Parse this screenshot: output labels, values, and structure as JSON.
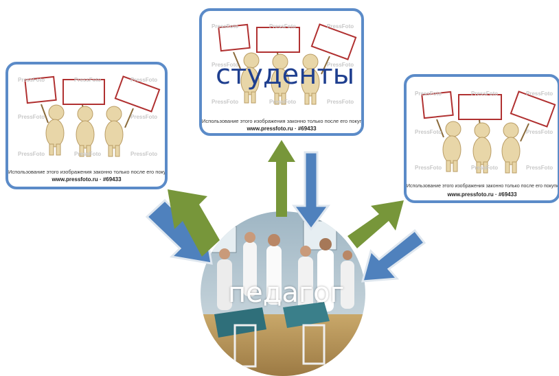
{
  "labels": {
    "students": "студенты",
    "teacher": "педагог"
  },
  "cards": {
    "watermark": "PressFoto",
    "caption_line1": "Использование этого изображения законно только после его покупки",
    "caption_line2": "www.pressfoto.ru · #69433"
  },
  "colors": {
    "card_border": "#5b8bc8",
    "arrow_green": "#77963a",
    "arrow_blue": "#4f81bd",
    "label_blue": "#1f3f8f"
  }
}
